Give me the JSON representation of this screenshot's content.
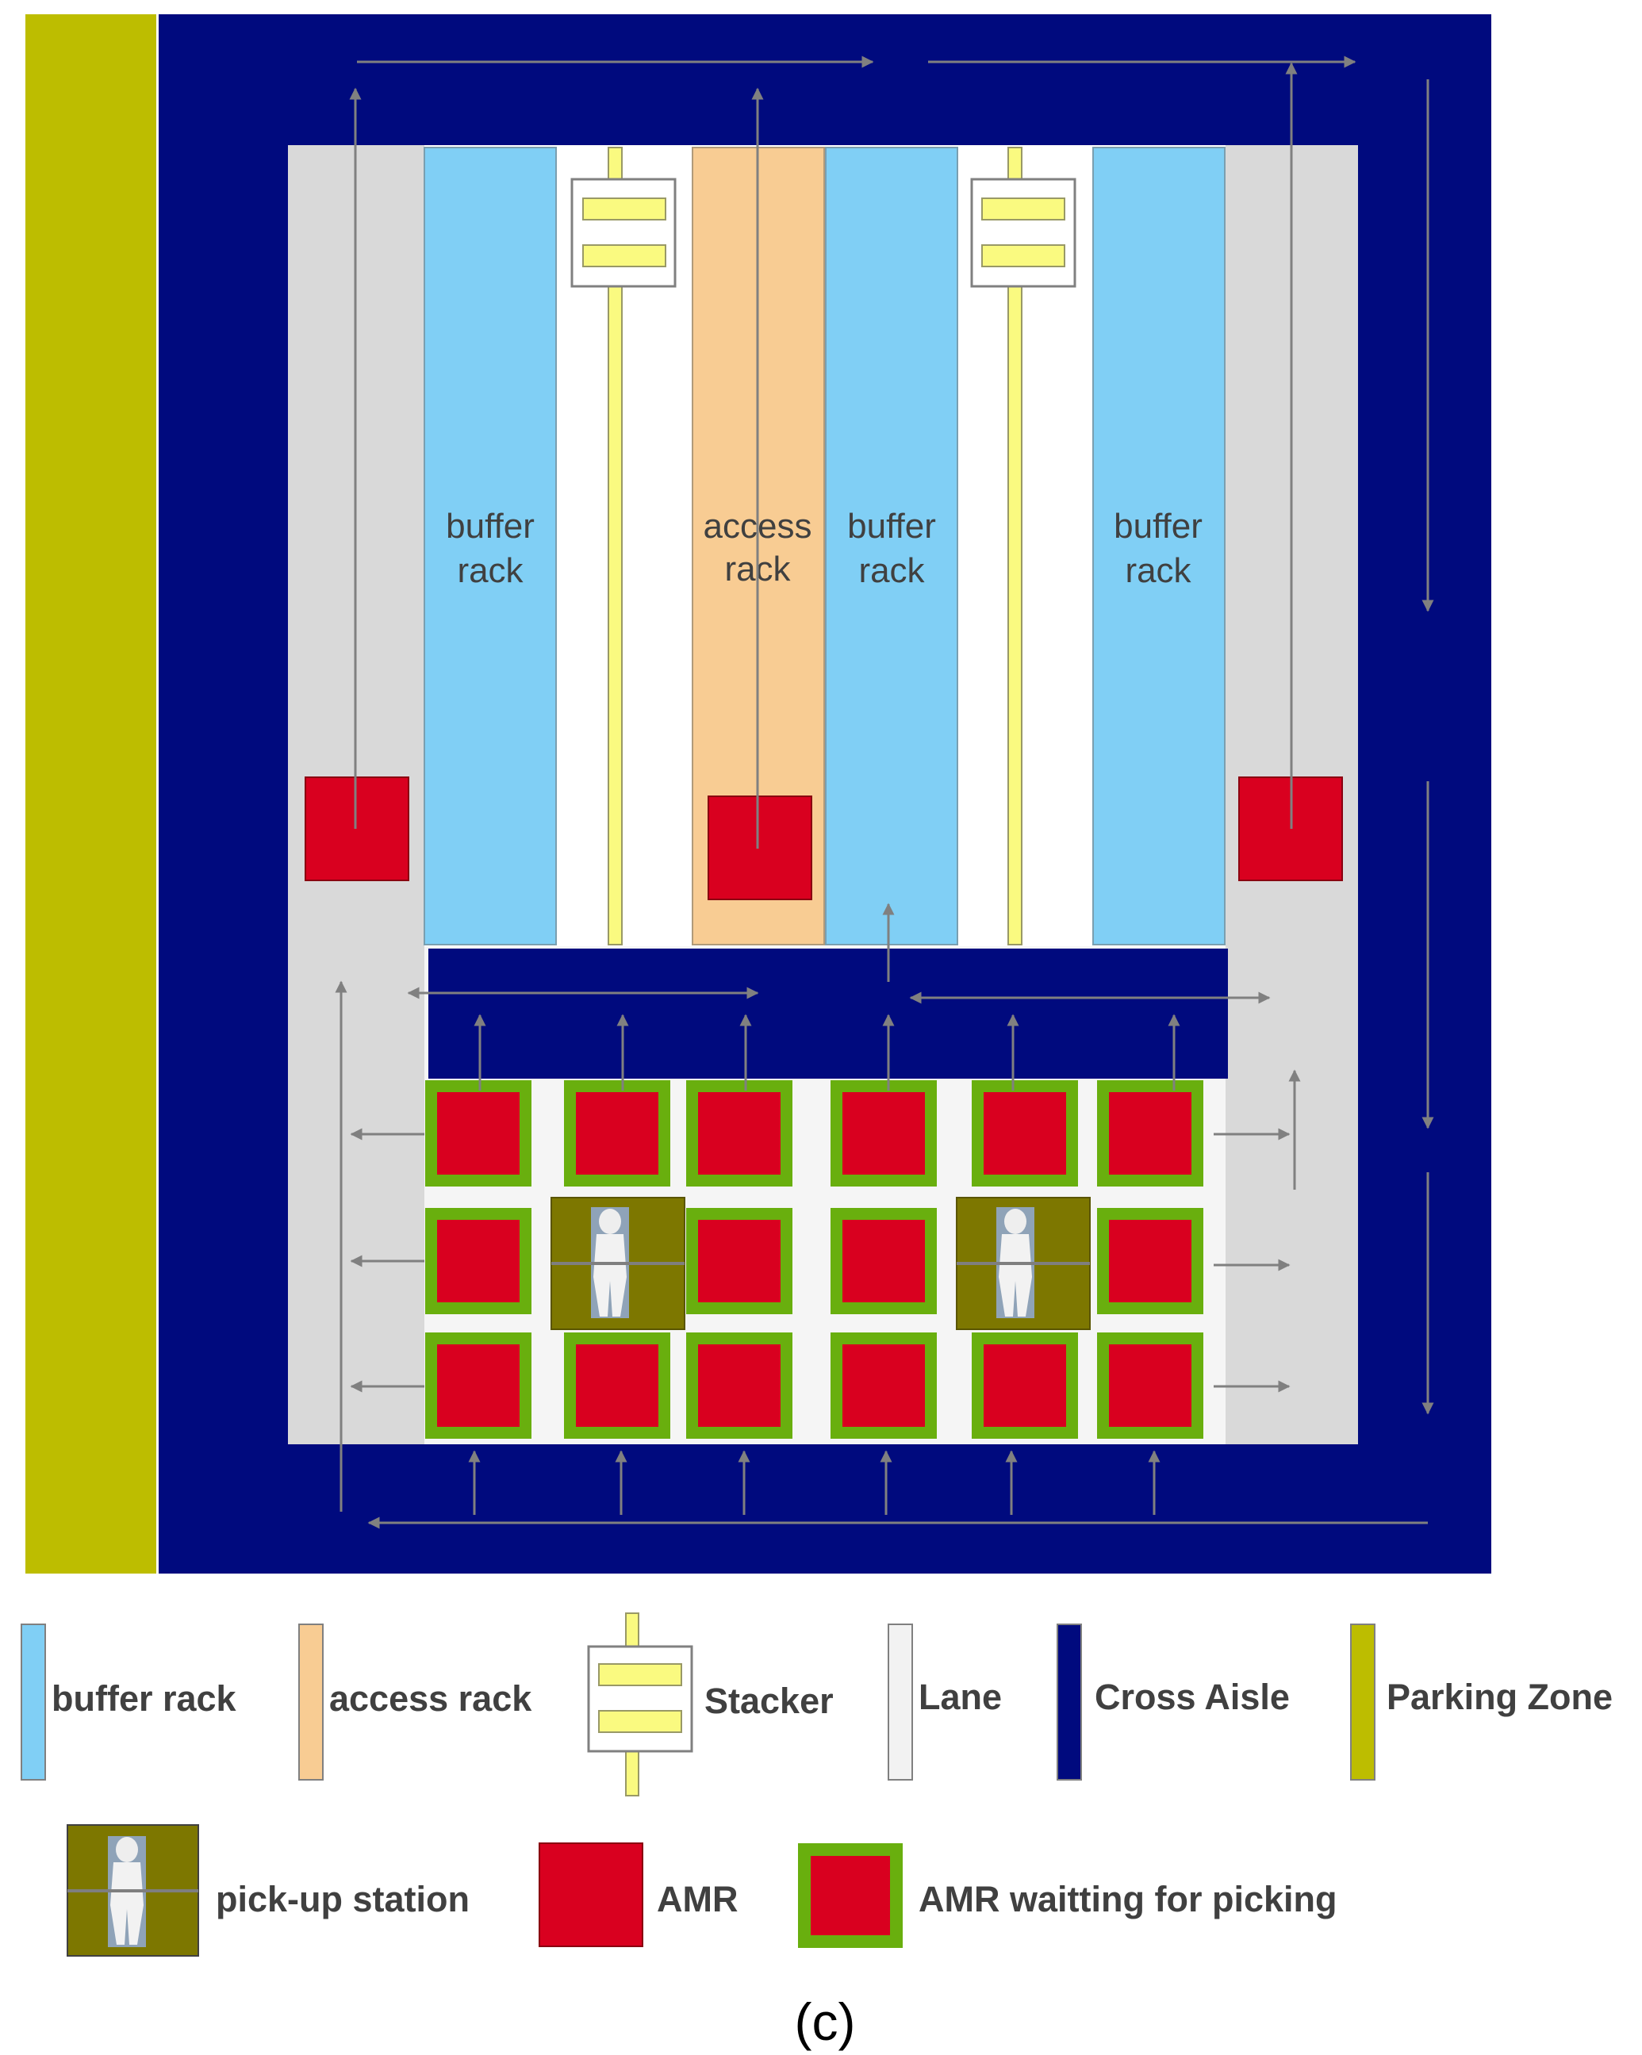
{
  "diagram": {
    "rack_labels": {
      "buffer_1": [
        "buffer",
        "rack"
      ],
      "access": [
        "access",
        "rack"
      ],
      "buffer_2": [
        "buffer",
        "rack"
      ],
      "buffer_3": [
        "buffer",
        "rack"
      ]
    }
  },
  "legend": {
    "buffer_rack": "buffer rack",
    "access_rack": "access rack",
    "stacker": "Stacker",
    "lane": "Lane",
    "cross_aisle": "Cross Aisle",
    "parking_zone": "Parking Zone",
    "pickup_station": "pick-up station",
    "amr": "AMR",
    "amr_waiting": "AMR waitting for  picking"
  },
  "caption": "(c)",
  "colors": {
    "buffer_rack": "#80CFF5",
    "access_rack": "#F8CC93",
    "cross_aisle": "#000A7E",
    "parking_zone": "#BDBD00",
    "lane": "#F2F2F2",
    "lane_gray": "#D9D9D9",
    "amr": "#D9001F",
    "amr_waiting_border": "#69AF0E",
    "pickup_station": "#7D7700",
    "stacker_yellow": "#FAFA80",
    "arrow": "#808080"
  }
}
